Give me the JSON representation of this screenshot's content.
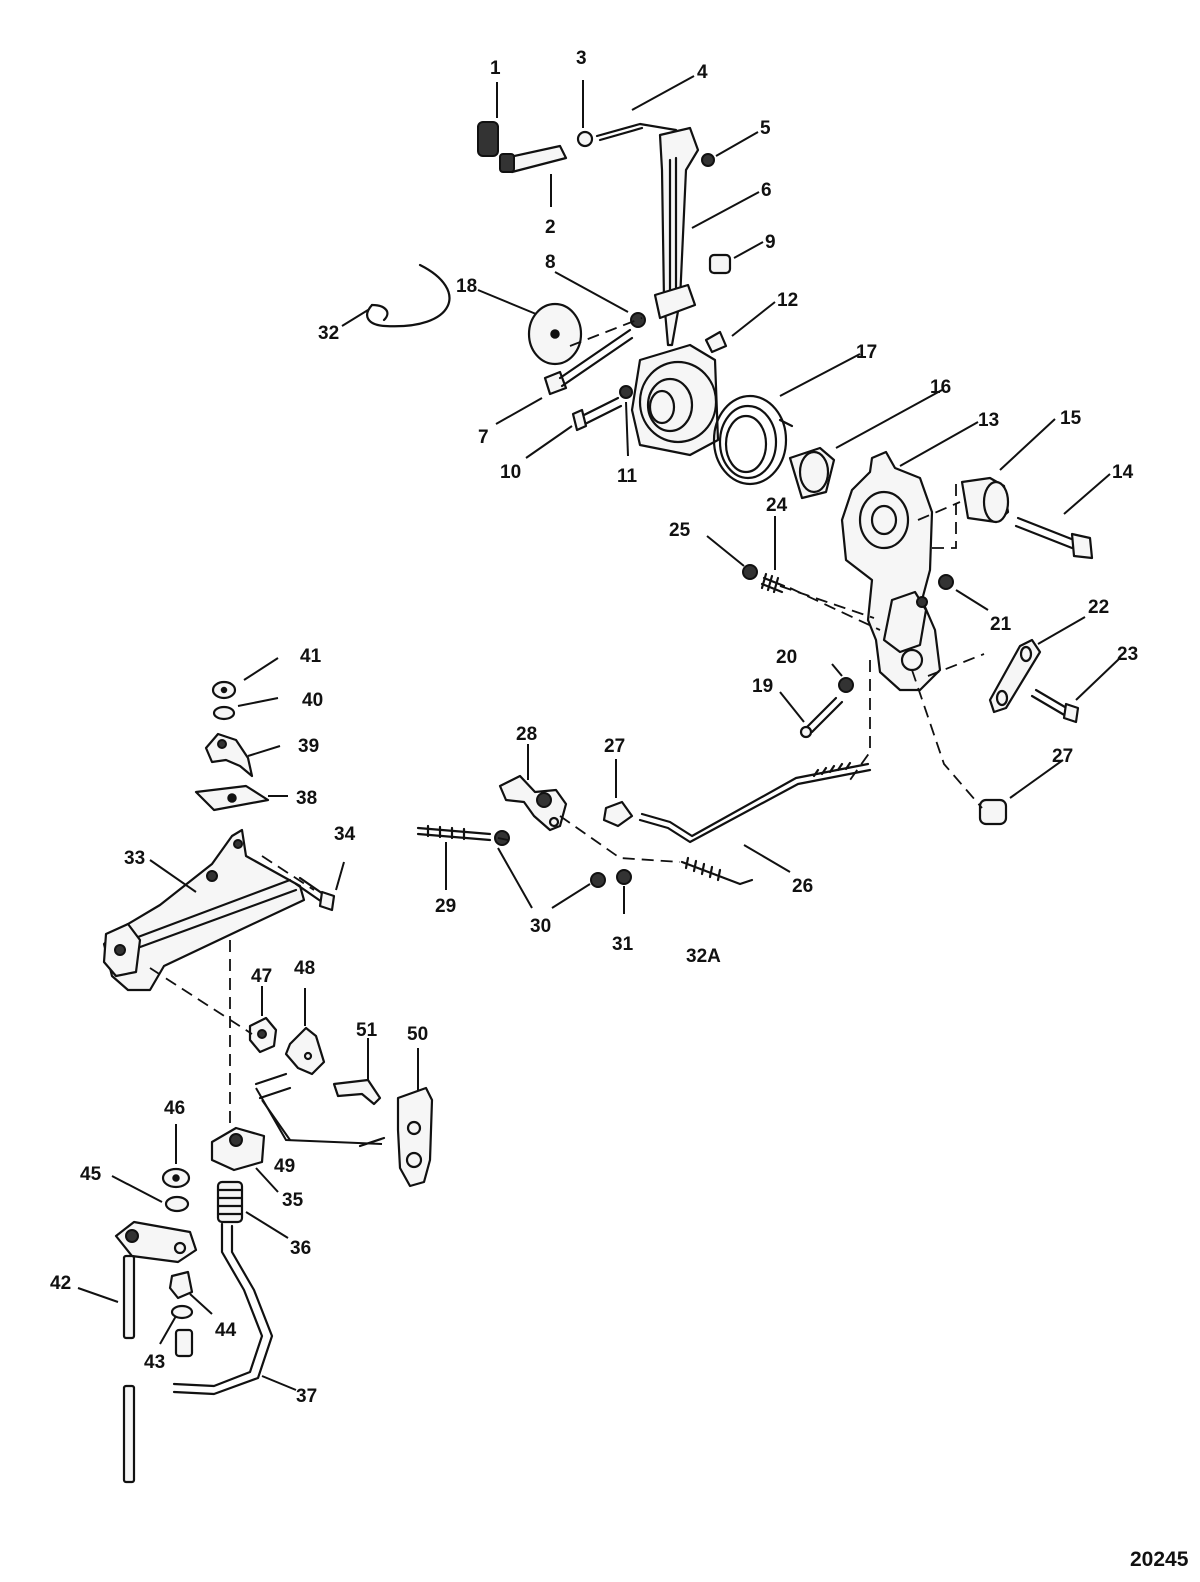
{
  "diagram": {
    "figure_number": "20245",
    "callouts": [
      "1",
      "2",
      "3",
      "4",
      "5",
      "6",
      "7",
      "8",
      "9",
      "10",
      "11",
      "12",
      "13",
      "14",
      "15",
      "16",
      "17",
      "18",
      "19",
      "20",
      "21",
      "22",
      "23",
      "24",
      "25",
      "26",
      "27",
      "27",
      "28",
      "29",
      "30",
      "31",
      "32",
      "32A",
      "33",
      "34",
      "35",
      "36",
      "37",
      "38",
      "39",
      "40",
      "41",
      "42",
      "43",
      "44",
      "45",
      "46",
      "47",
      "48",
      "49",
      "50",
      "51"
    ]
  }
}
